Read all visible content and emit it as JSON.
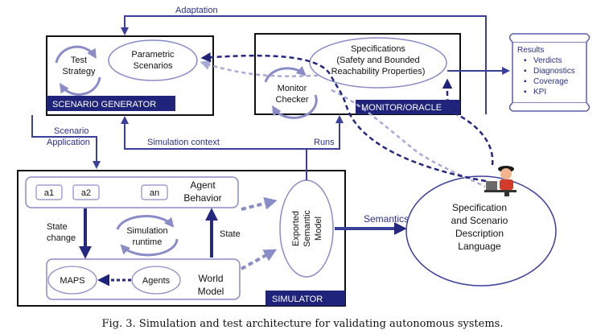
{
  "edges": {
    "adaptation": "Adaptation",
    "simulation_context": "Simulation context",
    "runs": "Runs",
    "scenario_application_1": "Scenario",
    "scenario_application_2": "Application",
    "semantics": "Semantics",
    "state_change_1": "State",
    "state_change_2": "change",
    "state": "State"
  },
  "scenario_generator": {
    "title": "SCENARIO GENERATOR",
    "test_strategy_1": "Test",
    "test_strategy_2": "Strategy",
    "parametric_1": "Parametric",
    "parametric_2": "Scenarios"
  },
  "monitor": {
    "title": "MONITOR/ORACLE",
    "checker_1": "Monitor",
    "checker_2": "Checker",
    "spec_1": "Specifications",
    "spec_2": "(Safety and Bounded",
    "spec_3": "Reachability Properties)"
  },
  "results": {
    "title": "Results",
    "items": [
      "Verdicts",
      "Diagnostics",
      "Coverage",
      "KPI"
    ]
  },
  "simulator": {
    "title": "SIMULATOR",
    "agents": [
      "a1",
      "a2",
      "an"
    ],
    "agent_behavior_1": "Agent",
    "agent_behavior_2": "Behavior",
    "runtime_1": "Simulation",
    "runtime_2": "runtime",
    "maps": "MAPS",
    "agents_label": "Agents",
    "world_model_1": "World",
    "world_model_2": "Model",
    "exported_1": "Exported",
    "exported_2": "Semantic",
    "exported_3": "Model"
  },
  "language": {
    "line1": "Specification",
    "line2": "and Scenario",
    "line3": "Description",
    "line4": "Language"
  },
  "caption": "Fig. 3.  Simulation and test architecture for validating autonomous systems."
}
